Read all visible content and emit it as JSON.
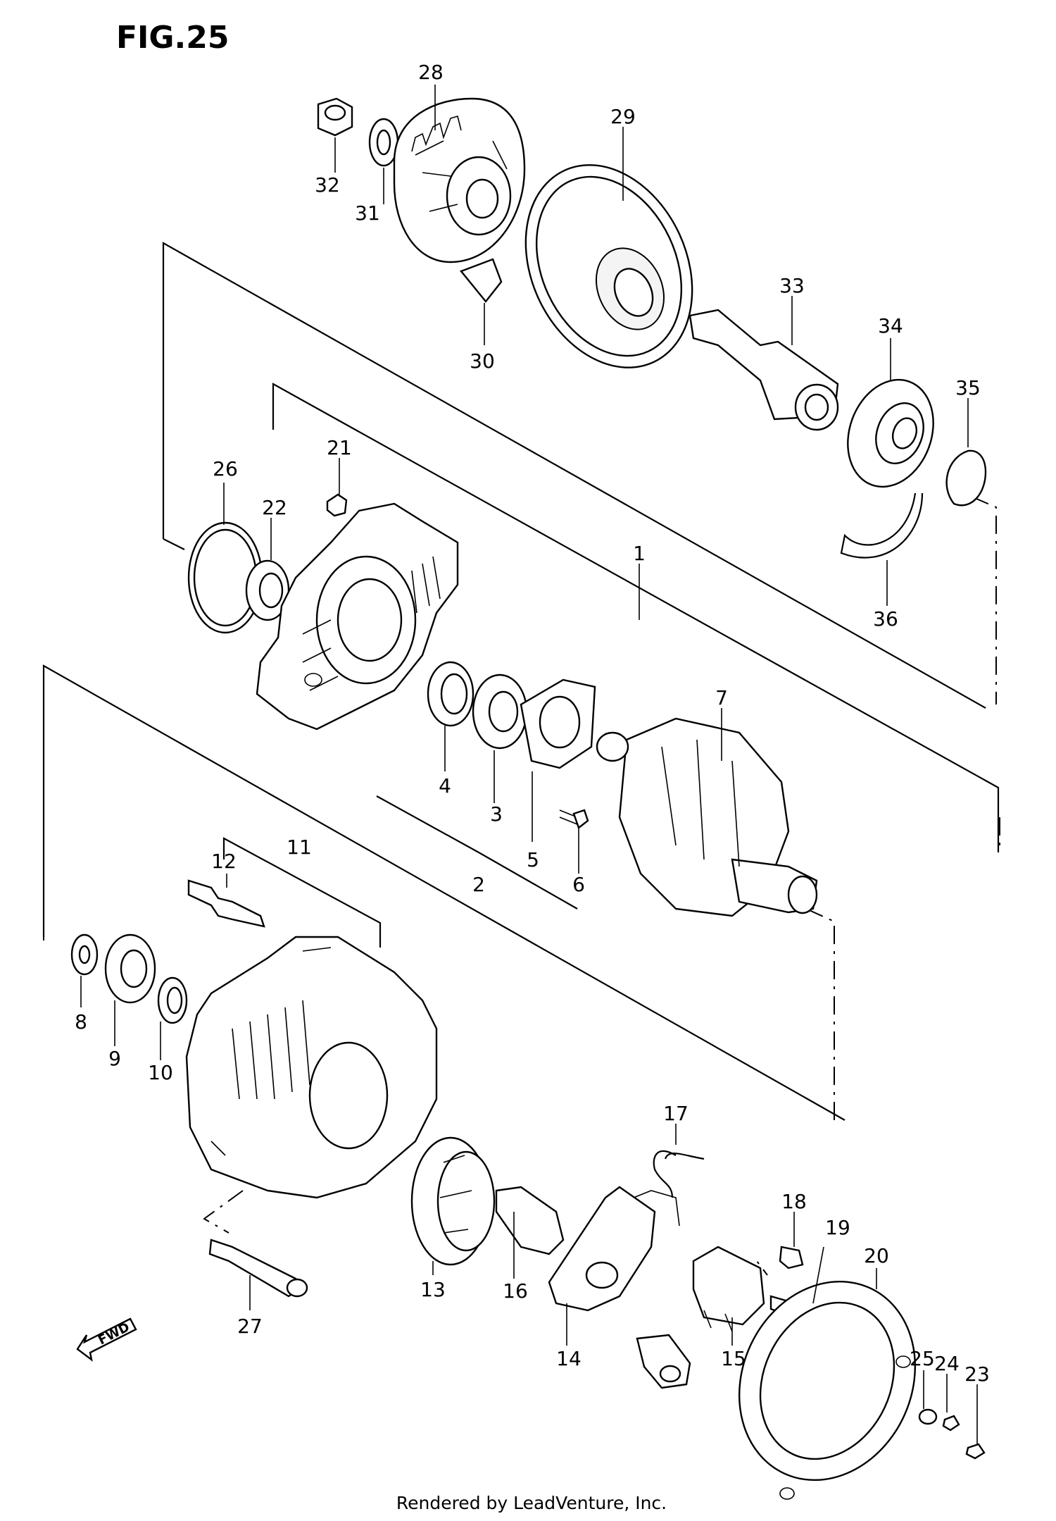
{
  "figure": {
    "title": "FIG.25",
    "direction_label": "FWD"
  },
  "callouts": [
    {
      "id": "1",
      "label": "1"
    },
    {
      "id": "2",
      "label": "2"
    },
    {
      "id": "3",
      "label": "3"
    },
    {
      "id": "4",
      "label": "4"
    },
    {
      "id": "5",
      "label": "5"
    },
    {
      "id": "6",
      "label": "6"
    },
    {
      "id": "7",
      "label": "7"
    },
    {
      "id": "8",
      "label": "8"
    },
    {
      "id": "9",
      "label": "9"
    },
    {
      "id": "10",
      "label": "10"
    },
    {
      "id": "11",
      "label": "11"
    },
    {
      "id": "12",
      "label": "12"
    },
    {
      "id": "13",
      "label": "13"
    },
    {
      "id": "14",
      "label": "14"
    },
    {
      "id": "15",
      "label": "15"
    },
    {
      "id": "16",
      "label": "16"
    },
    {
      "id": "17",
      "label": "17"
    },
    {
      "id": "18",
      "label": "18"
    },
    {
      "id": "19",
      "label": "19"
    },
    {
      "id": "20",
      "label": "20"
    },
    {
      "id": "21",
      "label": "21"
    },
    {
      "id": "22",
      "label": "22"
    },
    {
      "id": "23",
      "label": "23"
    },
    {
      "id": "24",
      "label": "24"
    },
    {
      "id": "25",
      "label": "25"
    },
    {
      "id": "26",
      "label": "26"
    },
    {
      "id": "27",
      "label": "27"
    },
    {
      "id": "28",
      "label": "28"
    },
    {
      "id": "29",
      "label": "29"
    },
    {
      "id": "30",
      "label": "30"
    },
    {
      "id": "31",
      "label": "31"
    },
    {
      "id": "32",
      "label": "32"
    },
    {
      "id": "33",
      "label": "33"
    },
    {
      "id": "34",
      "label": "34"
    },
    {
      "id": "35",
      "label": "35"
    },
    {
      "id": "36",
      "label": "36"
    }
  ],
  "footer": {
    "text": "Rendered by LeadVenture, Inc."
  }
}
